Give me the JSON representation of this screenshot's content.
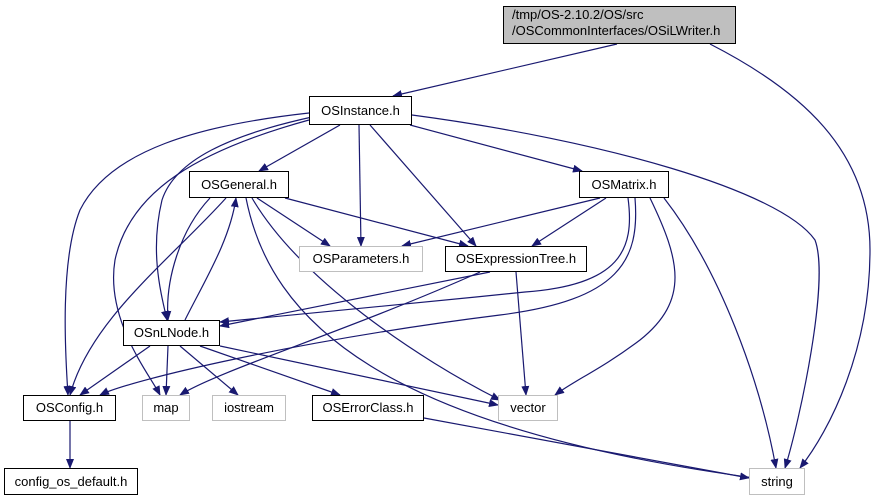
{
  "diagram": {
    "type": "include-dependency-graph",
    "edge_color": "#191970",
    "root": {
      "line1": "/tmp/OS-2.10.2/OS/src",
      "line2": "/OSCommonInterfaces/OSiLWriter.h"
    },
    "nodes": {
      "osinstance": "OSInstance.h",
      "osgeneral": "OSGeneral.h",
      "osmatrix": "OSMatrix.h",
      "osparameters": "OSParameters.h",
      "osexpressiontree": "OSExpressionTree.h",
      "osnlnode": "OSnLNode.h",
      "osconfig": "OSConfig.h",
      "map": "map",
      "iostream": "iostream",
      "oserrorclass": "OSErrorClass.h",
      "vector": "vector",
      "config_os_default": "config_os_default.h",
      "string": "string"
    },
    "edges": [
      [
        "root",
        "osinstance"
      ],
      [
        "root",
        "string"
      ],
      [
        "osinstance",
        "osgeneral"
      ],
      [
        "osinstance",
        "osmatrix"
      ],
      [
        "osinstance",
        "osparameters"
      ],
      [
        "osinstance",
        "osexpressiontree"
      ],
      [
        "osinstance",
        "osnlnode"
      ],
      [
        "osinstance",
        "osconfig"
      ],
      [
        "osinstance",
        "map"
      ],
      [
        "osinstance",
        "string"
      ],
      [
        "osgeneral",
        "osparameters"
      ],
      [
        "osgeneral",
        "osexpressiontree"
      ],
      [
        "osgeneral",
        "osnlnode"
      ],
      [
        "osgeneral",
        "osconfig"
      ],
      [
        "osgeneral",
        "vector"
      ],
      [
        "osgeneral",
        "string"
      ],
      [
        "osmatrix",
        "osparameters"
      ],
      [
        "osmatrix",
        "osexpressiontree"
      ],
      [
        "osmatrix",
        "osnlnode"
      ],
      [
        "osmatrix",
        "osconfig"
      ],
      [
        "osmatrix",
        "vector"
      ],
      [
        "osmatrix",
        "string"
      ],
      [
        "osexpressiontree",
        "osnlnode"
      ],
      [
        "osexpressiontree",
        "map"
      ],
      [
        "osexpressiontree",
        "vector"
      ],
      [
        "osnlnode",
        "osgeneral"
      ],
      [
        "osnlnode",
        "osconfig"
      ],
      [
        "osnlnode",
        "map"
      ],
      [
        "osnlnode",
        "iostream"
      ],
      [
        "osnlnode",
        "oserrorclass"
      ],
      [
        "osnlnode",
        "vector"
      ],
      [
        "oserrorclass",
        "string"
      ],
      [
        "osconfig",
        "config_os_default"
      ]
    ]
  }
}
